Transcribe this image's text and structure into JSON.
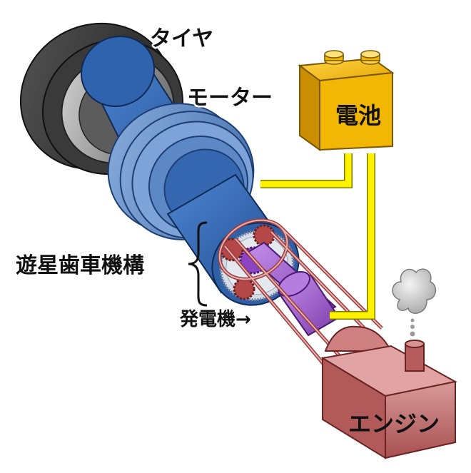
{
  "labels": {
    "tire": "タイヤ",
    "motor": "モーター",
    "battery": "電池",
    "planetary_gear": "遊星歯車機構",
    "generator": "発電機→",
    "engine": "エンジン"
  },
  "colors": {
    "tire_outer": "#2e2e2e",
    "tire_inner": "#7a7a7a",
    "motor_blue": "#3f6fb5",
    "motor_blue_light": "#6d95cf",
    "battery_yellow": "#f0b400",
    "battery_yellow_dark": "#c98f00",
    "wire_yellow": "#fff200",
    "engine_red": "#c06a6a",
    "engine_red_light": "#d99393",
    "generator_purple": "#9a5ac8",
    "gear_red": "#b04040",
    "smoke_gray": "#cfcfcf"
  }
}
